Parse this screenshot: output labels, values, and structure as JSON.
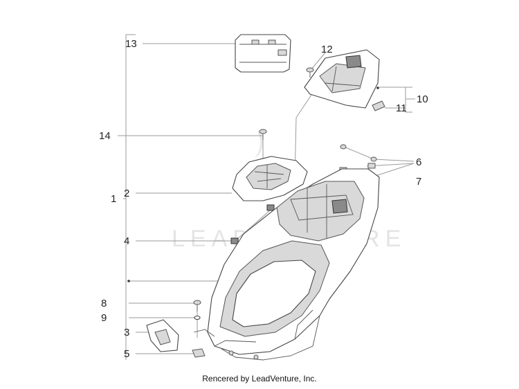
{
  "callouts": [
    {
      "number": "1"
    },
    {
      "number": "2"
    },
    {
      "number": "3"
    },
    {
      "number": "4"
    },
    {
      "number": "5"
    },
    {
      "number": "6"
    },
    {
      "number": "7"
    },
    {
      "number": "8"
    },
    {
      "number": "9"
    },
    {
      "number": "10"
    },
    {
      "number": "11"
    },
    {
      "number": "12"
    },
    {
      "number": "13"
    },
    {
      "number": "14"
    }
  ],
  "watermark": "LEADVENTURE",
  "footer": "Rencered by LeadVenture, Inc.",
  "colors": {
    "line": "#444444",
    "leader": "#9a9a9a",
    "shade": "#d9d9d9",
    "watermark": "#e4e4e4"
  }
}
